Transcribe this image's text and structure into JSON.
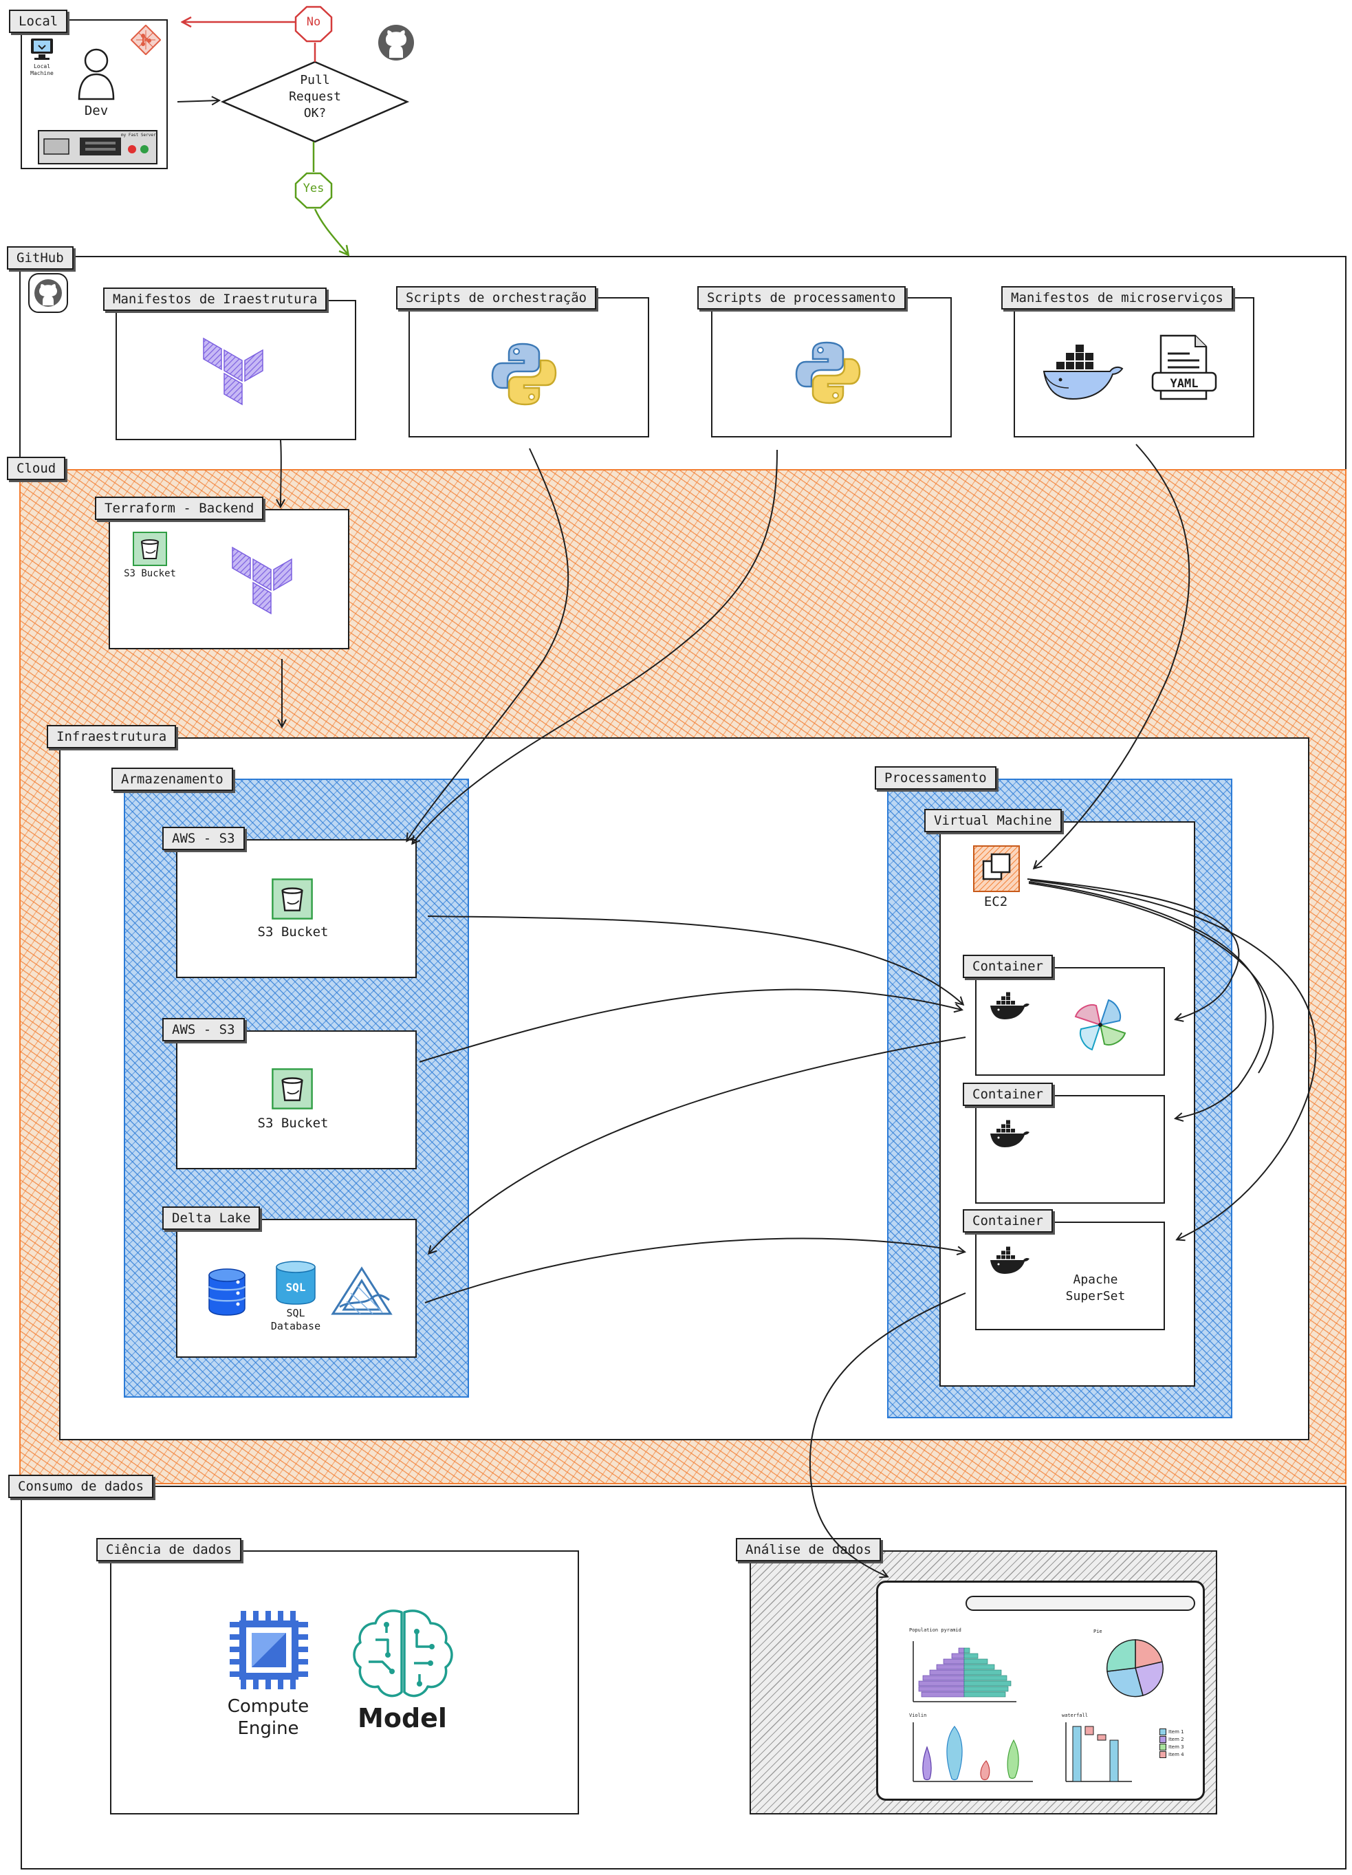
{
  "local": {
    "title": "Local",
    "dev_label": "Dev",
    "machine_caption": "Local Machine",
    "server_caption": "my Fast Server"
  },
  "flow": {
    "decision_text": [
      "Pull",
      "Request",
      "OK?"
    ],
    "no_label": "No",
    "yes_label": "Yes"
  },
  "github": {
    "title": "GitHub",
    "cards": [
      {
        "label": "Manifestos de Iraestrutura"
      },
      {
        "label": "Scripts de orchestração"
      },
      {
        "label": "Scripts de processamento"
      },
      {
        "label": "Manifestos de microserviços"
      }
    ],
    "yaml_label": "YAML"
  },
  "cloud": {
    "title": "Cloud",
    "backend": {
      "title": "Terraform - Backend",
      "bucket_caption": "S3 Bucket"
    },
    "infra": {
      "title": "Infraestrutura",
      "storage": {
        "title": "Armazenamento",
        "s3_a": {
          "title": "AWS - S3",
          "caption": "S3 Bucket"
        },
        "s3_b": {
          "title": "AWS - S3",
          "caption": "S3 Bucket"
        },
        "delta": {
          "title": "Delta Lake",
          "sql_text": "SQL",
          "sql_caption": "SQL Database"
        }
      },
      "processing": {
        "title": "Processamento",
        "vm": {
          "title": "Virtual Machine",
          "ec2_caption": "EC2"
        },
        "containers": [
          {
            "title": "Container"
          },
          {
            "title": "Container"
          },
          {
            "title": "Container",
            "caption_1": "Apache",
            "caption_2": "SuperSet"
          }
        ]
      }
    }
  },
  "consumption": {
    "title": "Consumo de dados",
    "science": {
      "title": "Ciência de dados",
      "compute_1": "Compute",
      "compute_2": "Engine",
      "model": "Model"
    },
    "analysis": {
      "title": "Análise de dados",
      "chart_titles": {
        "pyramid": "Population pyramid",
        "pie": "Pie",
        "violin": "Violin",
        "waterfall": "waterfall"
      },
      "legend": [
        "Item 1",
        "Item 2",
        "Item 3",
        "Item 4"
      ]
    }
  },
  "colors": {
    "terraform": "#7b5fe0",
    "python_blue": "#3c79b6",
    "python_yellow": "#f5d565",
    "docker": "#1d63ed",
    "cloud_orange": "#f37e32",
    "container_blue": "#2c7bd6",
    "no_red": "#d43b3b",
    "yes_green": "#5a9e1a"
  }
}
